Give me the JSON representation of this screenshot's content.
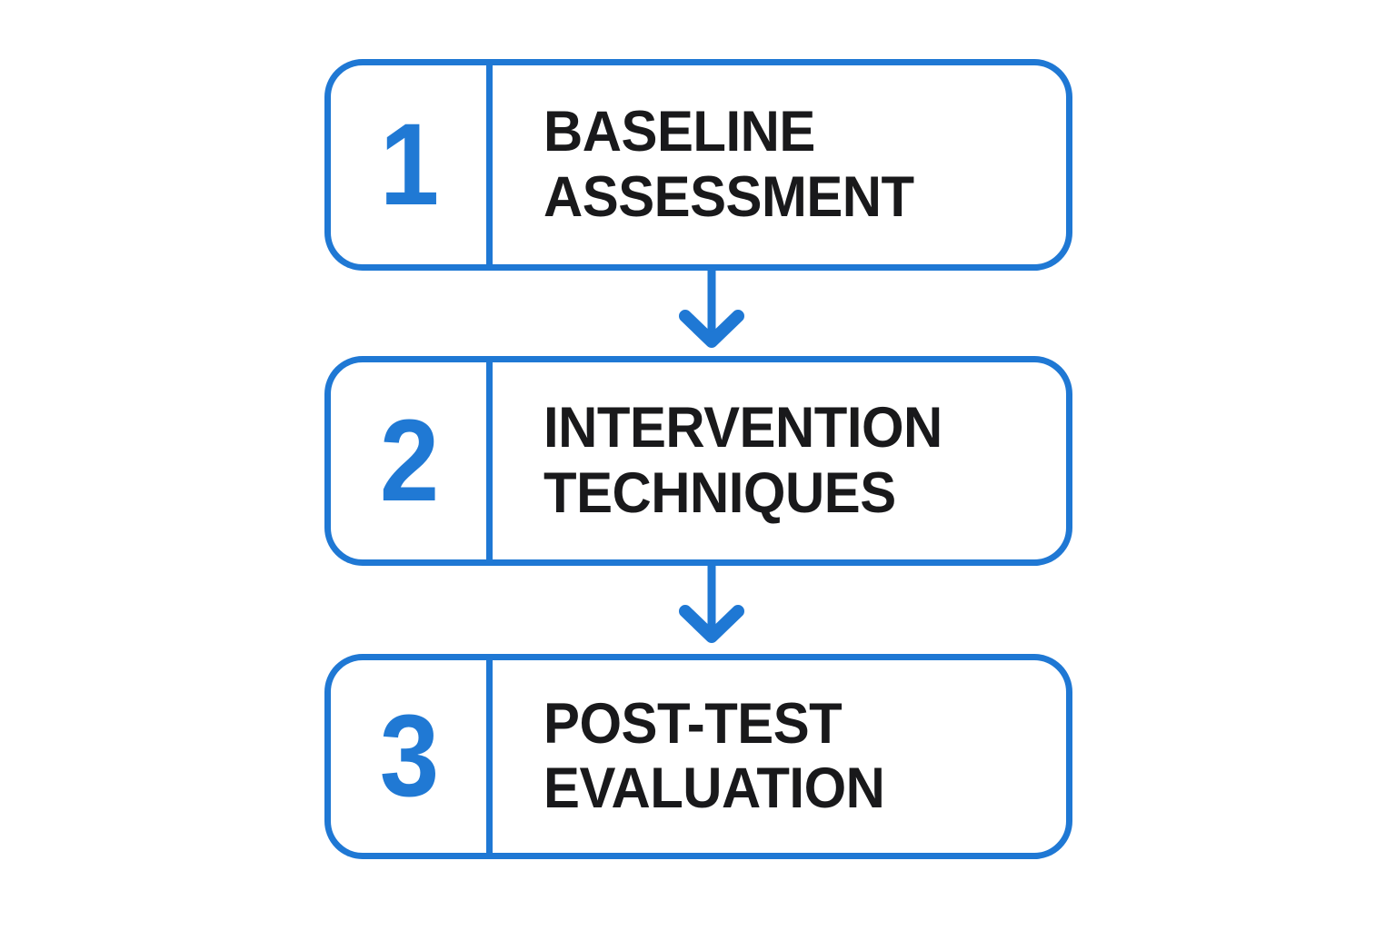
{
  "diagram": {
    "type": "vertical-process-flow",
    "title": "",
    "background_color": "#ffffff",
    "accent_color": "#1f78d4",
    "number_color": "#2079d4",
    "label_color": "#19191b",
    "steps": [
      {
        "number": "1",
        "label": "BASELINE\nASSESSMENT",
        "label_line_1": "BASELINE",
        "label_line_2": "ASSESSMENT"
      },
      {
        "number": "2",
        "label": "INTERVENTION\nTECHNIQUES",
        "label_line_1": "INTERVENTION",
        "label_line_2": "TECHNIQUES"
      },
      {
        "number": "3",
        "label": "POST-TEST\nEVALUATION",
        "label_line_1": "POST-TEST",
        "label_line_2": "EVALUATION"
      }
    ],
    "connectors": [
      {
        "from": "1",
        "to": "2",
        "icon": "down-arrow-icon"
      },
      {
        "from": "2",
        "to": "3",
        "icon": "down-arrow-icon"
      }
    ]
  }
}
